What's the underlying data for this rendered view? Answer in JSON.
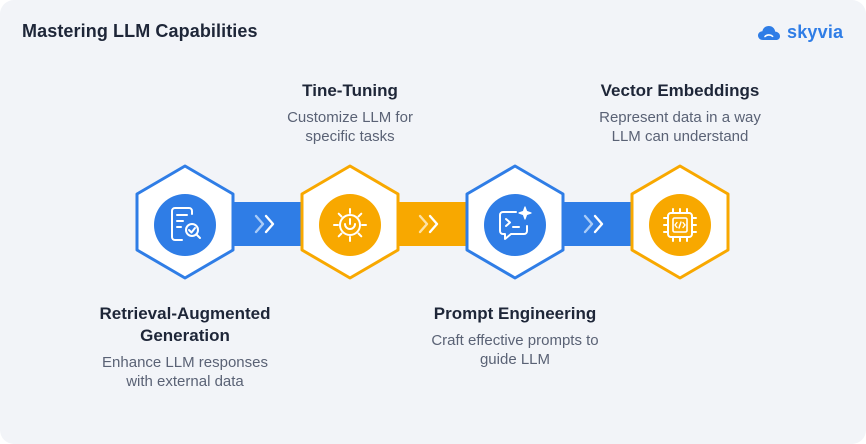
{
  "header": {
    "title": "Mastering LLM Capabilities",
    "brand": "skyvia"
  },
  "colors": {
    "blue": "#2f7de6",
    "orange": "#f8a800",
    "dark": "#1e2638",
    "muted": "#5a6275",
    "background": "#f2f4f8"
  },
  "steps": [
    {
      "title": "Retrieval-Augmented Generation",
      "title_line1": "Retrieval-Augmented",
      "title_line2": "Generation",
      "desc_line1": "Enhance LLM responses",
      "desc_line2": "with external data",
      "icon": "document-search-icon",
      "color": "blue"
    },
    {
      "title": "Tine-Tuning",
      "title_line1": "Tine-Tuning",
      "title_line2": "",
      "desc_line1": "Customize LLM for",
      "desc_line2": "specific tasks",
      "icon": "gear-icon",
      "color": "orange"
    },
    {
      "title": "Prompt Engineering",
      "title_line1": "Prompt Engineering",
      "title_line2": "",
      "desc_line1": "Craft effective prompts to",
      "desc_line2": "guide LLM",
      "icon": "chat-sparkle-icon",
      "color": "blue"
    },
    {
      "title": "Vector Embeddings",
      "title_line1": "Vector Embeddings",
      "title_line2": "",
      "desc_line1": "Represent data in a way",
      "desc_line2": "LLM can understand",
      "icon": "chip-icon",
      "color": "orange"
    }
  ],
  "connectors": [
    {
      "icon": "double-chevron-right-icon",
      "color": "blue"
    },
    {
      "icon": "double-chevron-right-icon",
      "color": "orange"
    },
    {
      "icon": "double-chevron-right-icon",
      "color": "blue"
    }
  ]
}
